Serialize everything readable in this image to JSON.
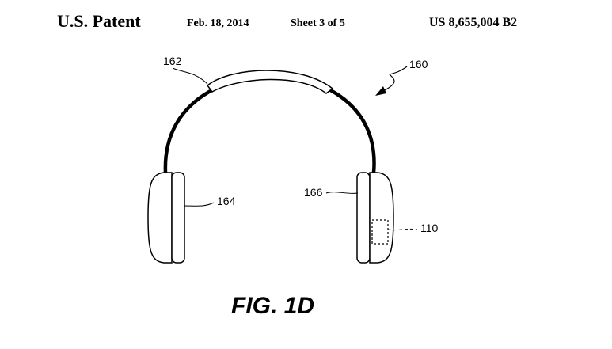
{
  "header": {
    "patent_label": "U.S. Patent",
    "date": "Feb. 18, 2014",
    "sheet": "Sheet 3 of 5",
    "patent_number": "US 8,655,004 B2"
  },
  "figure": {
    "caption": "FIG. 1D",
    "refs": {
      "headphones": "160",
      "headband_cushion": "162",
      "left_earcup": "164",
      "right_earcup": "166",
      "sensor_module": "110"
    }
  }
}
